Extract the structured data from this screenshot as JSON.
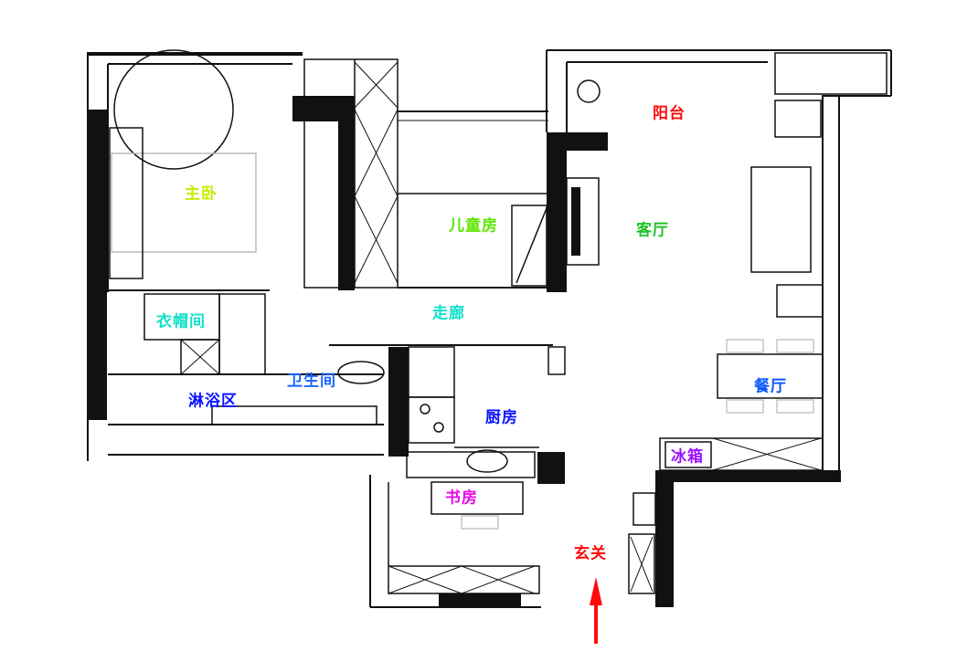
{
  "rooms": {
    "balcony": {
      "label": "阳台",
      "color": "#ff0a0a"
    },
    "master_bedroom": {
      "label": "主卧",
      "color": "#c4ee00"
    },
    "kids_room": {
      "label": "儿童房",
      "color": "#5ee600"
    },
    "living_room": {
      "label": "客厅",
      "color": "#22c22a"
    },
    "corridor": {
      "label": "走廊",
      "color": "#10e0c8"
    },
    "walk_in_closet": {
      "label": "衣帽间",
      "color": "#10e0c8"
    },
    "bathroom": {
      "label": "卫生间",
      "color": "#1a66ff"
    },
    "shower_area": {
      "label": "淋浴区",
      "color": "#0a14ff"
    },
    "kitchen": {
      "label": "厨房",
      "color": "#0a14ff"
    },
    "dining_room": {
      "label": "餐厅",
      "color": "#0a55ff"
    },
    "fridge": {
      "label": "冰箱",
      "color": "#9a10ff"
    },
    "study": {
      "label": "书房",
      "color": "#e60ae6"
    },
    "entrance": {
      "label": "玄关",
      "color": "#ff0a0a"
    }
  },
  "entrance_arrow_color": "#ff0a0a"
}
